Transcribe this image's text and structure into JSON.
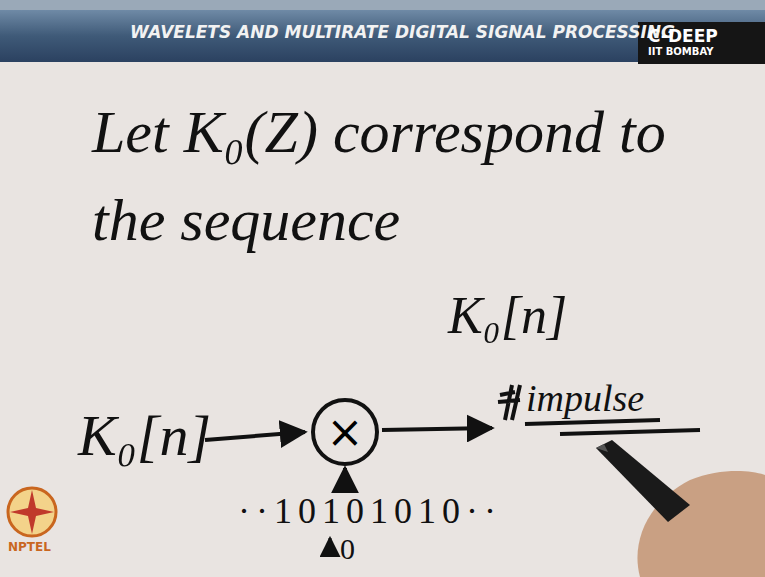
{
  "diagram": {
    "nodes": [
      {
        "text": [
          "×"
        ]
      }
    ],
    "labels": [
      "WAVELETS AND MULTIRATE DIGITAL SIGNAL PROCESSING",
      "C-DEEP",
      "IIT BOMBAY",
      "Let K₀(Z) correspond to the sequence",
      "K₀[n]",
      "K₀[n]",
      "impulse",
      "··10101010··",
      "0",
      "NPTEL"
    ]
  }
}
